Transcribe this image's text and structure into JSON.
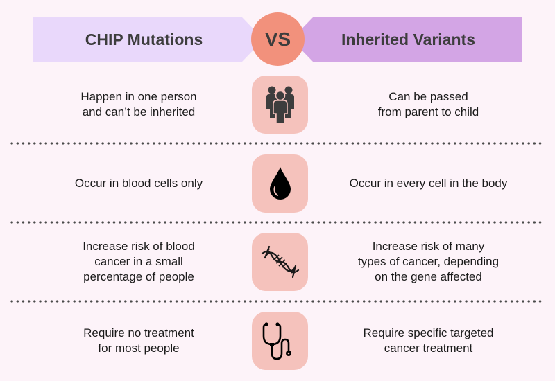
{
  "header": {
    "left_title": "CHIP Mutations",
    "vs_label": "VS",
    "right_title": "Inherited Variants"
  },
  "colors": {
    "background": "#fdf3f9",
    "left_header": "#e9d8fb",
    "right_header": "#d3a5e5",
    "vs_circle": "#f2917c",
    "icon_box": "#f5c2bc",
    "text_dark": "#3d3d3d"
  },
  "rows": [
    {
      "icon": "people-group-icon",
      "left": "Happen in one person\nand can’t be inherited",
      "right": "Can be passed\nfrom parent to child"
    },
    {
      "icon": "blood-drop-icon",
      "left": "Occur in blood cells only",
      "right": "Occur in every cell in the body"
    },
    {
      "icon": "dna-icon",
      "left": "Increase risk of blood\ncancer in a small\npercentage of people",
      "right": "Increase risk of many\ntypes of cancer, depending\non the gene affected"
    },
    {
      "icon": "stethoscope-icon",
      "left": "Require no treatment\nfor most people",
      "right": "Require specific targeted\ncancer treatment"
    }
  ]
}
